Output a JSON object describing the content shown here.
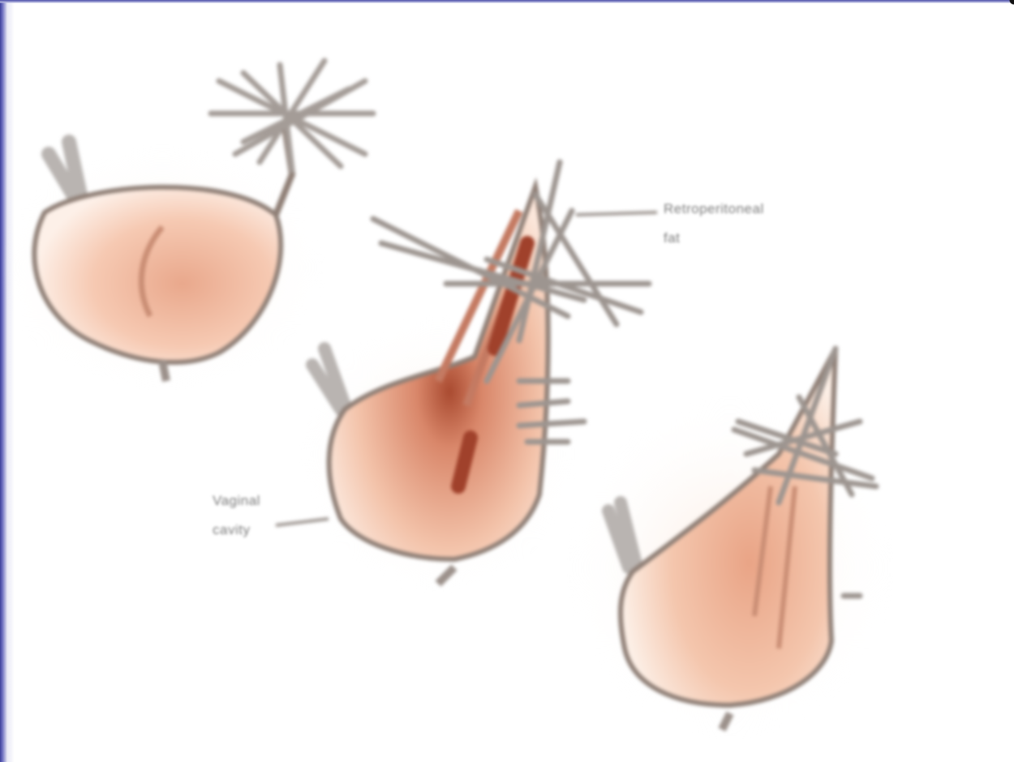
{
  "figure": {
    "panels": [
      {
        "name": "sac-top-left"
      },
      {
        "name": "sac-middle"
      },
      {
        "name": "sac-bottom-right"
      }
    ],
    "labels": {
      "top_right_line1": "Retroperitoneal",
      "top_right_line2": "fat",
      "lower_left_line1": "Vaginal",
      "lower_left_line2": "cavity"
    },
    "colors": {
      "outline": "#8f7f76",
      "fill_light": "#fbe3d4",
      "fill_dark": "#e6a68a",
      "interior_dark": "#a0412b",
      "strand": "#9d9590"
    }
  }
}
